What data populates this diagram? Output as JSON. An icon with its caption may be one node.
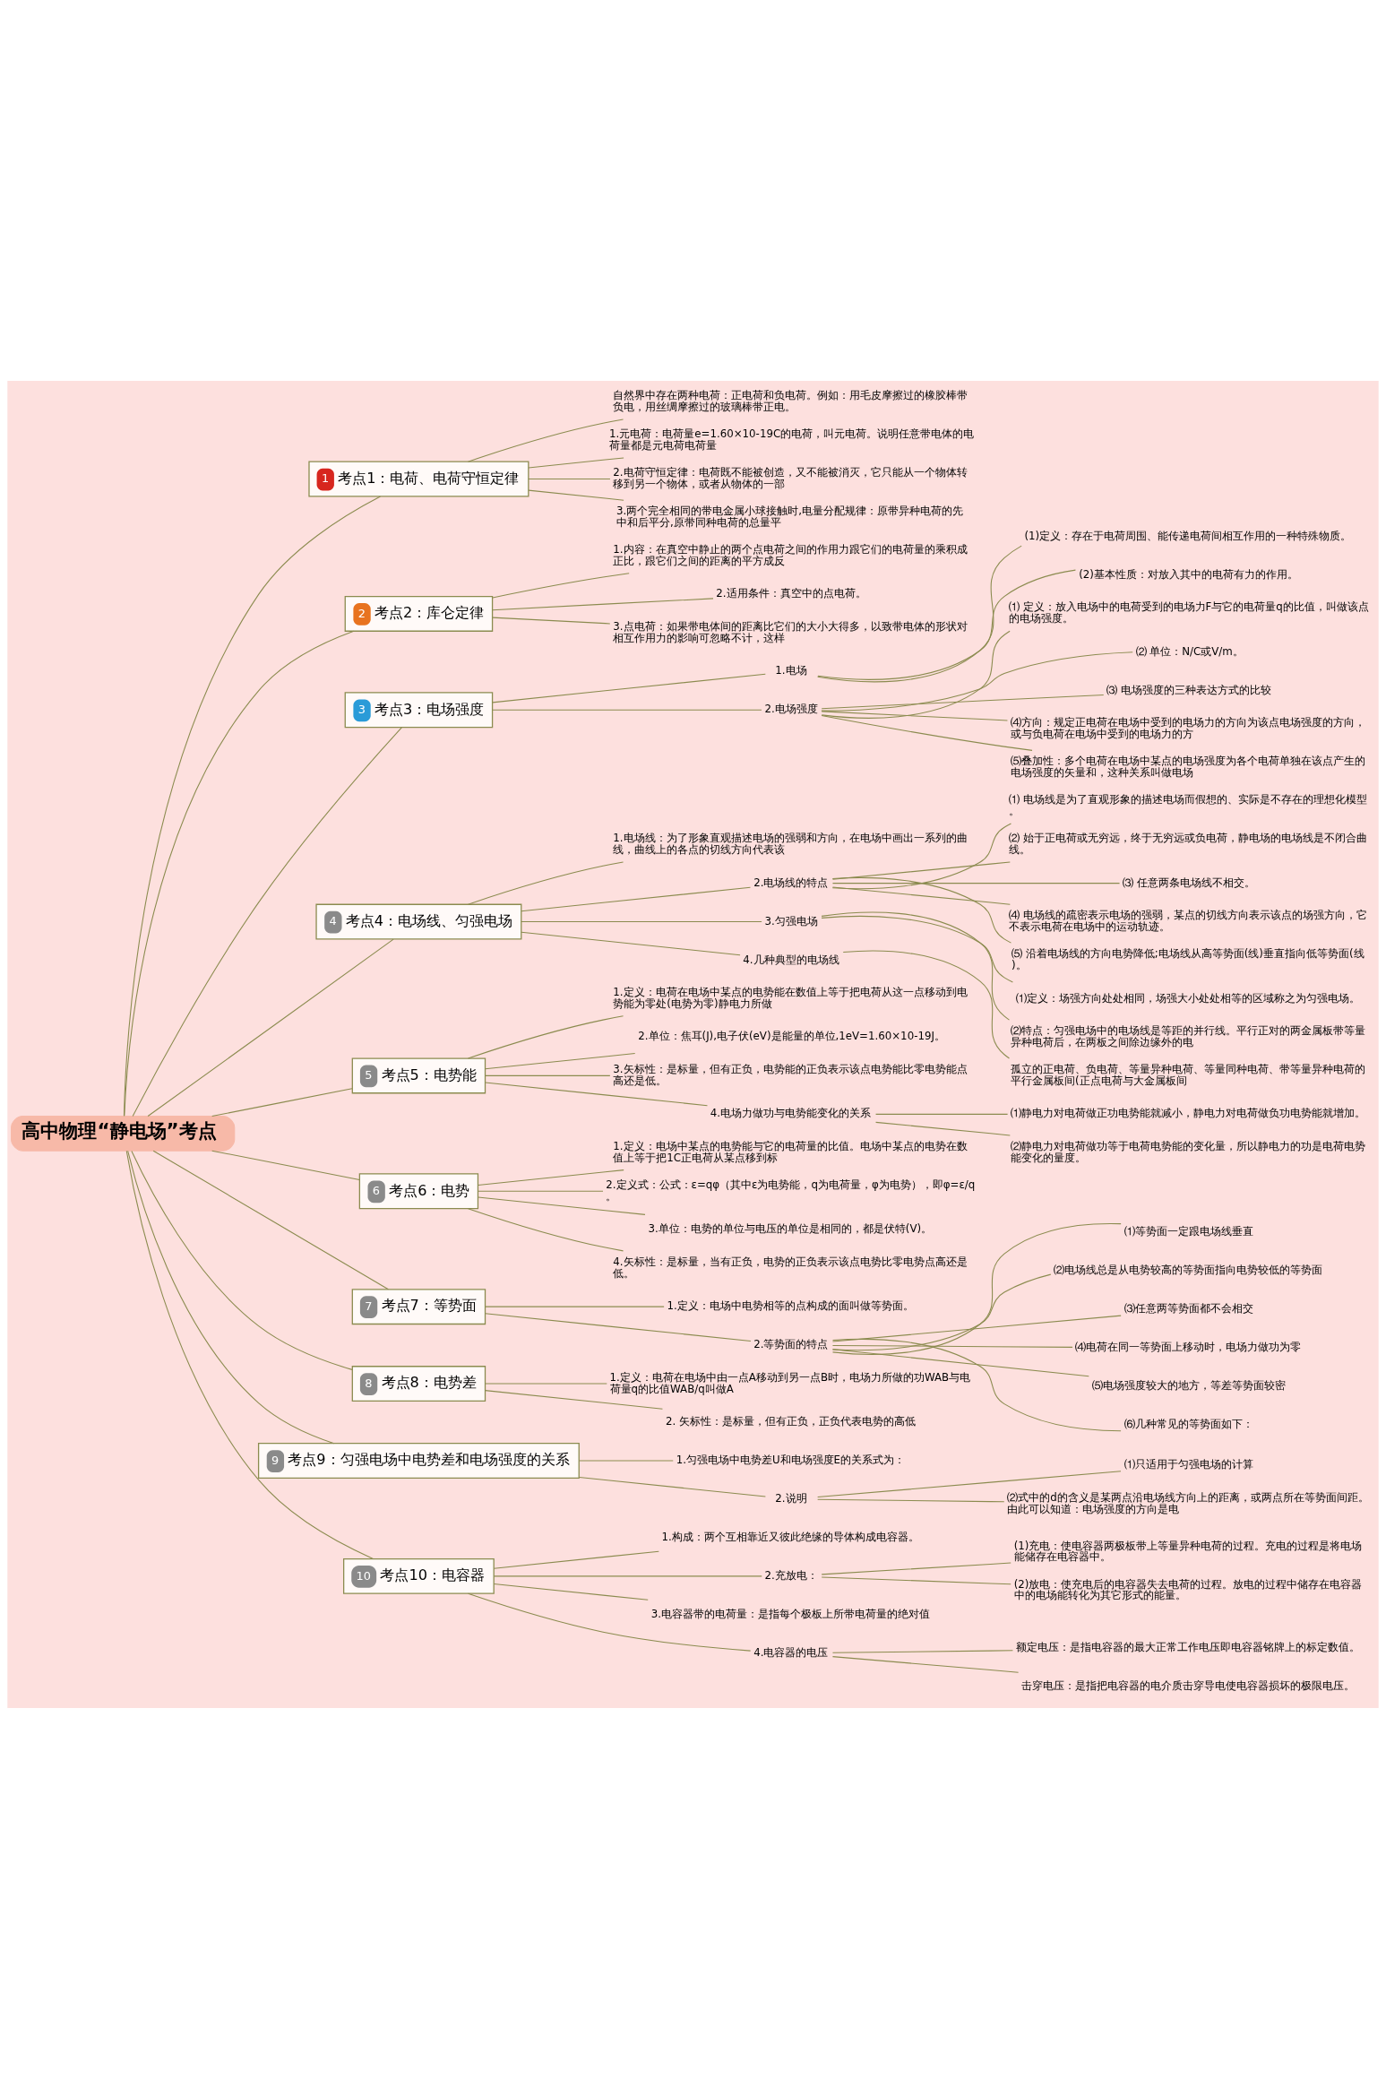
{
  "diagram": {
    "nodes": [
      {
        "text": [
          "高中物理“静电场”考点"
        ]
      },
      {
        "text": [
          "1",
          "考点1：电荷、电荷守恒定律"
        ]
      },
      {
        "text": [
          "自然界中存在两种电荷：正电荷和负电荷。例如：用毛皮摩擦过的橡胶棒带负电，用丝绸摩擦过的玻璃棒带正电。"
        ]
      },
      {
        "text": [
          "1.元电荷：电荷量e=1.60×10-19C的电荷，叫元电荷。说明任意带电体的电荷量都是元电荷电荷量"
        ]
      },
      {
        "text": [
          "2.电荷守恒定律：电荷既不能被创造，又不能被消灭，它只能从一个物体转移到另一个物体，或者从物体的一部"
        ]
      },
      {
        "text": [
          "3.两个完全相同的带电金属小球接触时,电量分配规律：原带异种电荷的先中和后平分,原带同种电荷的总量平"
        ]
      },
      {
        "text": [
          "2",
          "考点2：库仑定律"
        ]
      },
      {
        "text": [
          "1.内容：在真空中静止的两个点电荷之间的作用力跟它们的电荷量的乘积成正比，跟它们之间的距离的平方成反"
        ]
      },
      {
        "text": [
          "2.适用条件：真空中的点电荷。"
        ]
      },
      {
        "text": [
          "3.点电荷：如果带电体间的距离比它们的大小大得多，以致带电体的形状对相互作用力的影响可忽略不计，这样"
        ]
      },
      {
        "text": [
          "3",
          "考点3：电场强度"
        ]
      },
      {
        "text": [
          "1.电场"
        ]
      },
      {
        "text": [
          "(1)定义：存在于电荷周围、能传递电荷间相互作用的一种特殊物质。"
        ]
      },
      {
        "text": [
          "(2)基本性质：对放入其中的电荷有力的作用。"
        ]
      },
      {
        "text": [
          "2.电场强度"
        ]
      },
      {
        "text": [
          "⑴ 定义：放入电场中的电荷受到的电场力F与它的电荷量q的比值，叫做该点的电场强度。"
        ]
      },
      {
        "text": [
          "⑵ 单位：N/C或V/m。"
        ]
      },
      {
        "text": [
          "⑶ 电场强度的三种表达方式的比较"
        ]
      },
      {
        "text": [
          "⑷方向：规定正电荷在电场中受到的电场力的方向为该点电场强度的方向，或与负电荷在电场中受到的电场力的方"
        ]
      },
      {
        "text": [
          "⑸叠加性：多个电荷在电场中某点的电场强度为各个电荷单独在该点产生的电场强度的矢量和，这种关系叫做电场"
        ]
      },
      {
        "text": [
          "4",
          "考点4：电场线、匀强电场"
        ]
      },
      {
        "text": [
          "1.电场线：为了形象直观描述电场的强弱和方向，在电场中画出一系列的曲线，曲线上的各点的切线方向代表该"
        ]
      },
      {
        "text": [
          "2.电场线的特点"
        ]
      },
      {
        "text": [
          "⑴ 电场线是为了直观形象的描述电场而假想的、实际是不存在的理想化模型。"
        ]
      },
      {
        "text": [
          "⑵ 始于正电荷或无穷远，终于无穷远或负电荷，静电场的电场线是不闭合曲线。"
        ]
      },
      {
        "text": [
          "⑶ 任意两条电场线不相交。"
        ]
      },
      {
        "text": [
          "⑷ 电场线的疏密表示电场的强弱，某点的切线方向表示该点的场强方向，它不表示电荷在电场中的运动轨迹。"
        ]
      },
      {
        "text": [
          "⑸ 沿着电场线的方向电势降低;电场线从高等势面(线)垂直指向低等势面(线)。"
        ]
      },
      {
        "text": [
          "3.匀强电场"
        ]
      },
      {
        "text": [
          "⑴定义：场强方向处处相同，场强大小处处相等的区域称之为匀强电场。"
        ]
      },
      {
        "text": [
          "⑵特点：匀强电场中的电场线是等距的并行线。平行正对的两金属板带等量异种电荷后，在两板之间除边缘外的电"
        ]
      },
      {
        "text": [
          "4.几种典型的电场线"
        ]
      },
      {
        "text": [
          "孤立的正电荷、负电荷、等量异种电荷、等量同种电荷、带等量异种电荷的平行金属板间(正点电荷与大金属板间"
        ]
      },
      {
        "text": [
          "5",
          "考点5：电势能"
        ]
      },
      {
        "text": [
          "1.定义：电荷在电场中某点的电势能在数值上等于把电荷从这一点移动到电势能为零处(电势为零)静电力所做"
        ]
      },
      {
        "text": [
          "2.单位：焦耳(J),电子伏(eV)是能量的单位,1eV=1.60×10-19J。"
        ]
      },
      {
        "text": [
          "3.矢标性：是标量，但有正负，电势能的正负表示该点电势能比零电势能点高还是低。"
        ]
      },
      {
        "text": [
          "4.电场力做功与电势能变化的关系"
        ]
      },
      {
        "text": [
          "⑴静电力对电荷做正功电势能就减小，静电力对电荷做负功电势能就增加。"
        ]
      },
      {
        "text": [
          "⑵静电力对电荷做功等于电荷电势能的变化量，所以静电力的功是电荷电势能变化的量度。"
        ]
      },
      {
        "text": [
          "6",
          "考点6：电势"
        ]
      },
      {
        "text": [
          "1.定义：电场中某点的电势能与它的电荷量的比值。电场中某点的电势在数值上等于把1C正电荷从某点移到标"
        ]
      },
      {
        "text": [
          "2.定义式：公式：ε=qφ（其中ε为电势能，q为电荷量，φ为电势），即φ=ε/q。"
        ]
      },
      {
        "text": [
          "3.单位：电势的单位与电压的单位是相同的，都是伏特(V)。"
        ]
      },
      {
        "text": [
          "4.矢标性：是标量，当有正负，电势的正负表示该点电势比零电势点高还是低。"
        ]
      },
      {
        "text": [
          "7",
          "考点7：等势面"
        ]
      },
      {
        "text": [
          "1.定义：电场中电势相等的点构成的面叫做等势面。"
        ]
      },
      {
        "text": [
          "2.等势面的特点"
        ]
      },
      {
        "text": [
          "⑴等势面一定跟电场线垂直"
        ]
      },
      {
        "text": [
          "⑵电场线总是从电势较高的等势面指向电势较低的等势面"
        ]
      },
      {
        "text": [
          "⑶任意两等势面都不会相交"
        ]
      },
      {
        "text": [
          "⑷电荷在同一等势面上移动时，电场力做功为零"
        ]
      },
      {
        "text": [
          "⑸电场强度较大的地方，等差等势面较密"
        ]
      },
      {
        "text": [
          "⑹几种常见的等势面如下："
        ]
      },
      {
        "text": [
          "8",
          "考点8：电势差"
        ]
      },
      {
        "text": [
          "1.定义：电荷在电场中由一点A移动到另一点B时，电场力所做的功WAB与电荷量q的比值WAB/q叫做A"
        ]
      },
      {
        "text": [
          "2. 矢标性：是标量，但有正负，正负代表电势的高低"
        ]
      },
      {
        "text": [
          "9",
          "考点9：匀强电场中电势差和电场强度的关系"
        ]
      },
      {
        "text": [
          "1.匀强电场中电势差U和电场强度E的关系式为："
        ]
      },
      {
        "text": [
          "2.说明"
        ]
      },
      {
        "text": [
          "⑴只适用于匀强电场的计算"
        ]
      },
      {
        "text": [
          "⑵式中的d的含义是某两点沿电场线方向上的距离，或两点所在等势面间距。由此可以知道：电场强度的方向是电"
        ]
      },
      {
        "text": [
          "10",
          "考点10：电容器"
        ]
      },
      {
        "text": [
          "1.构成：两个互相靠近又彼此绝缘的导体构成电容器。"
        ]
      },
      {
        "text": [
          "2.充放电："
        ]
      },
      {
        "text": [
          "(1)充电：使电容器两极板带上等量异种电荷的过程。充电的过程是将电场能储存在电容器中。"
        ]
      },
      {
        "text": [
          "(2)放电：使充电后的电容器失去电荷的过程。放电的过程中储存在电容器中的电场能转化为其它形式的能量。"
        ]
      },
      {
        "text": [
          "3.电容器带的电荷量：是指每个极板上所带电荷量的绝对值"
        ]
      },
      {
        "text": [
          "4.电容器的电压"
        ]
      },
      {
        "text": [
          "额定电压：是指电容器的最大正常工作电压即电容器铭牌上的标定数值。"
        ]
      },
      {
        "text": [
          "击穿电压：是指把电容器的电介质击穿导电使电容器损坏的极限电压。"
        ]
      }
    ],
    "edges": [
      {
        "from": 0,
        "to": 1,
        "arrow": "none"
      },
      {
        "from": 1,
        "to": 2,
        "arrow": "none"
      },
      {
        "from": 1,
        "to": 3,
        "arrow": "none"
      },
      {
        "from": 1,
        "to": 4,
        "arrow": "none"
      },
      {
        "from": 1,
        "to": 5,
        "arrow": "none"
      },
      {
        "from": 0,
        "to": 6,
        "arrow": "none"
      },
      {
        "from": 6,
        "to": 7,
        "arrow": "none"
      },
      {
        "from": 6,
        "to": 8,
        "arrow": "none"
      },
      {
        "from": 6,
        "to": 9,
        "arrow": "none"
      },
      {
        "from": 0,
        "to": 10,
        "arrow": "none"
      },
      {
        "from": 10,
        "to": 11,
        "arrow": "none"
      },
      {
        "from": 11,
        "to": 12,
        "arrow": "none"
      },
      {
        "from": 11,
        "to": 13,
        "arrow": "none"
      },
      {
        "from": 10,
        "to": 14,
        "arrow": "none"
      },
      {
        "from": 14,
        "to": 15,
        "arrow": "none"
      },
      {
        "from": 14,
        "to": 16,
        "arrow": "none"
      },
      {
        "from": 14,
        "to": 17,
        "arrow": "none"
      },
      {
        "from": 14,
        "to": 18,
        "arrow": "none"
      },
      {
        "from": 14,
        "to": 19,
        "arrow": "none"
      },
      {
        "from": 0,
        "to": 20,
        "arrow": "none"
      },
      {
        "from": 20,
        "to": 21,
        "arrow": "none"
      },
      {
        "from": 20,
        "to": 22,
        "arrow": "none"
      },
      {
        "from": 22,
        "to": 23,
        "arrow": "none"
      },
      {
        "from": 22,
        "to": 24,
        "arrow": "none"
      },
      {
        "from": 22,
        "to": 25,
        "arrow": "none"
      },
      {
        "from": 22,
        "to": 26,
        "arrow": "none"
      },
      {
        "from": 22,
        "to": 27,
        "arrow": "none"
      },
      {
        "from": 20,
        "to": 28,
        "arrow": "none"
      },
      {
        "from": 28,
        "to": 29,
        "arrow": "none"
      },
      {
        "from": 28,
        "to": 30,
        "arrow": "none"
      },
      {
        "from": 20,
        "to": 31,
        "arrow": "none"
      },
      {
        "from": 31,
        "to": 32,
        "arrow": "none"
      },
      {
        "from": 0,
        "to": 33,
        "arrow": "none"
      },
      {
        "from": 33,
        "to": 34,
        "arrow": "none"
      },
      {
        "from": 33,
        "to": 35,
        "arrow": "none"
      },
      {
        "from": 33,
        "to": 36,
        "arrow": "none"
      },
      {
        "from": 33,
        "to": 37,
        "arrow": "none"
      },
      {
        "from": 37,
        "to": 38,
        "arrow": "none"
      },
      {
        "from": 37,
        "to": 39,
        "arrow": "none"
      },
      {
        "from": 0,
        "to": 40,
        "arrow": "none"
      },
      {
        "from": 40,
        "to": 41,
        "arrow": "none"
      },
      {
        "from": 40,
        "to": 42,
        "arrow": "none"
      },
      {
        "from": 40,
        "to": 43,
        "arrow": "none"
      },
      {
        "from": 40,
        "to": 44,
        "arrow": "none"
      },
      {
        "from": 0,
        "to": 45,
        "arrow": "none"
      },
      {
        "from": 45,
        "to": 46,
        "arrow": "none"
      },
      {
        "from": 45,
        "to": 47,
        "arrow": "none"
      },
      {
        "from": 47,
        "to": 48,
        "arrow": "none"
      },
      {
        "from": 47,
        "to": 49,
        "arrow": "none"
      },
      {
        "from": 47,
        "to": 50,
        "arrow": "none"
      },
      {
        "from": 47,
        "to": 51,
        "arrow": "none"
      },
      {
        "from": 47,
        "to": 52,
        "arrow": "none"
      },
      {
        "from": 47,
        "to": 53,
        "arrow": "none"
      },
      {
        "from": 0,
        "to": 54,
        "arrow": "none"
      },
      {
        "from": 54,
        "to": 55,
        "arrow": "none"
      },
      {
        "from": 54,
        "to": 56,
        "arrow": "none"
      },
      {
        "from": 0,
        "to": 57,
        "arrow": "none"
      },
      {
        "from": 57,
        "to": 58,
        "arrow": "none"
      },
      {
        "from": 57,
        "to": 59,
        "arrow": "none"
      },
      {
        "from": 59,
        "to": 60,
        "arrow": "none"
      },
      {
        "from": 59,
        "to": 61,
        "arrow": "none"
      },
      {
        "from": 0,
        "to": 62,
        "arrow": "none"
      },
      {
        "from": 62,
        "to": 63,
        "arrow": "none"
      },
      {
        "from": 62,
        "to": 64,
        "arrow": "none"
      },
      {
        "from": 64,
        "to": 65,
        "arrow": "none"
      },
      {
        "from": 64,
        "to": 66,
        "arrow": "none"
      },
      {
        "from": 62,
        "to": 67,
        "arrow": "none"
      },
      {
        "from": 62,
        "to": 68,
        "arrow": "none"
      },
      {
        "from": 68,
        "to": 69,
        "arrow": "none"
      },
      {
        "from": 68,
        "to": 70,
        "arrow": "none"
      }
    ]
  }
}
